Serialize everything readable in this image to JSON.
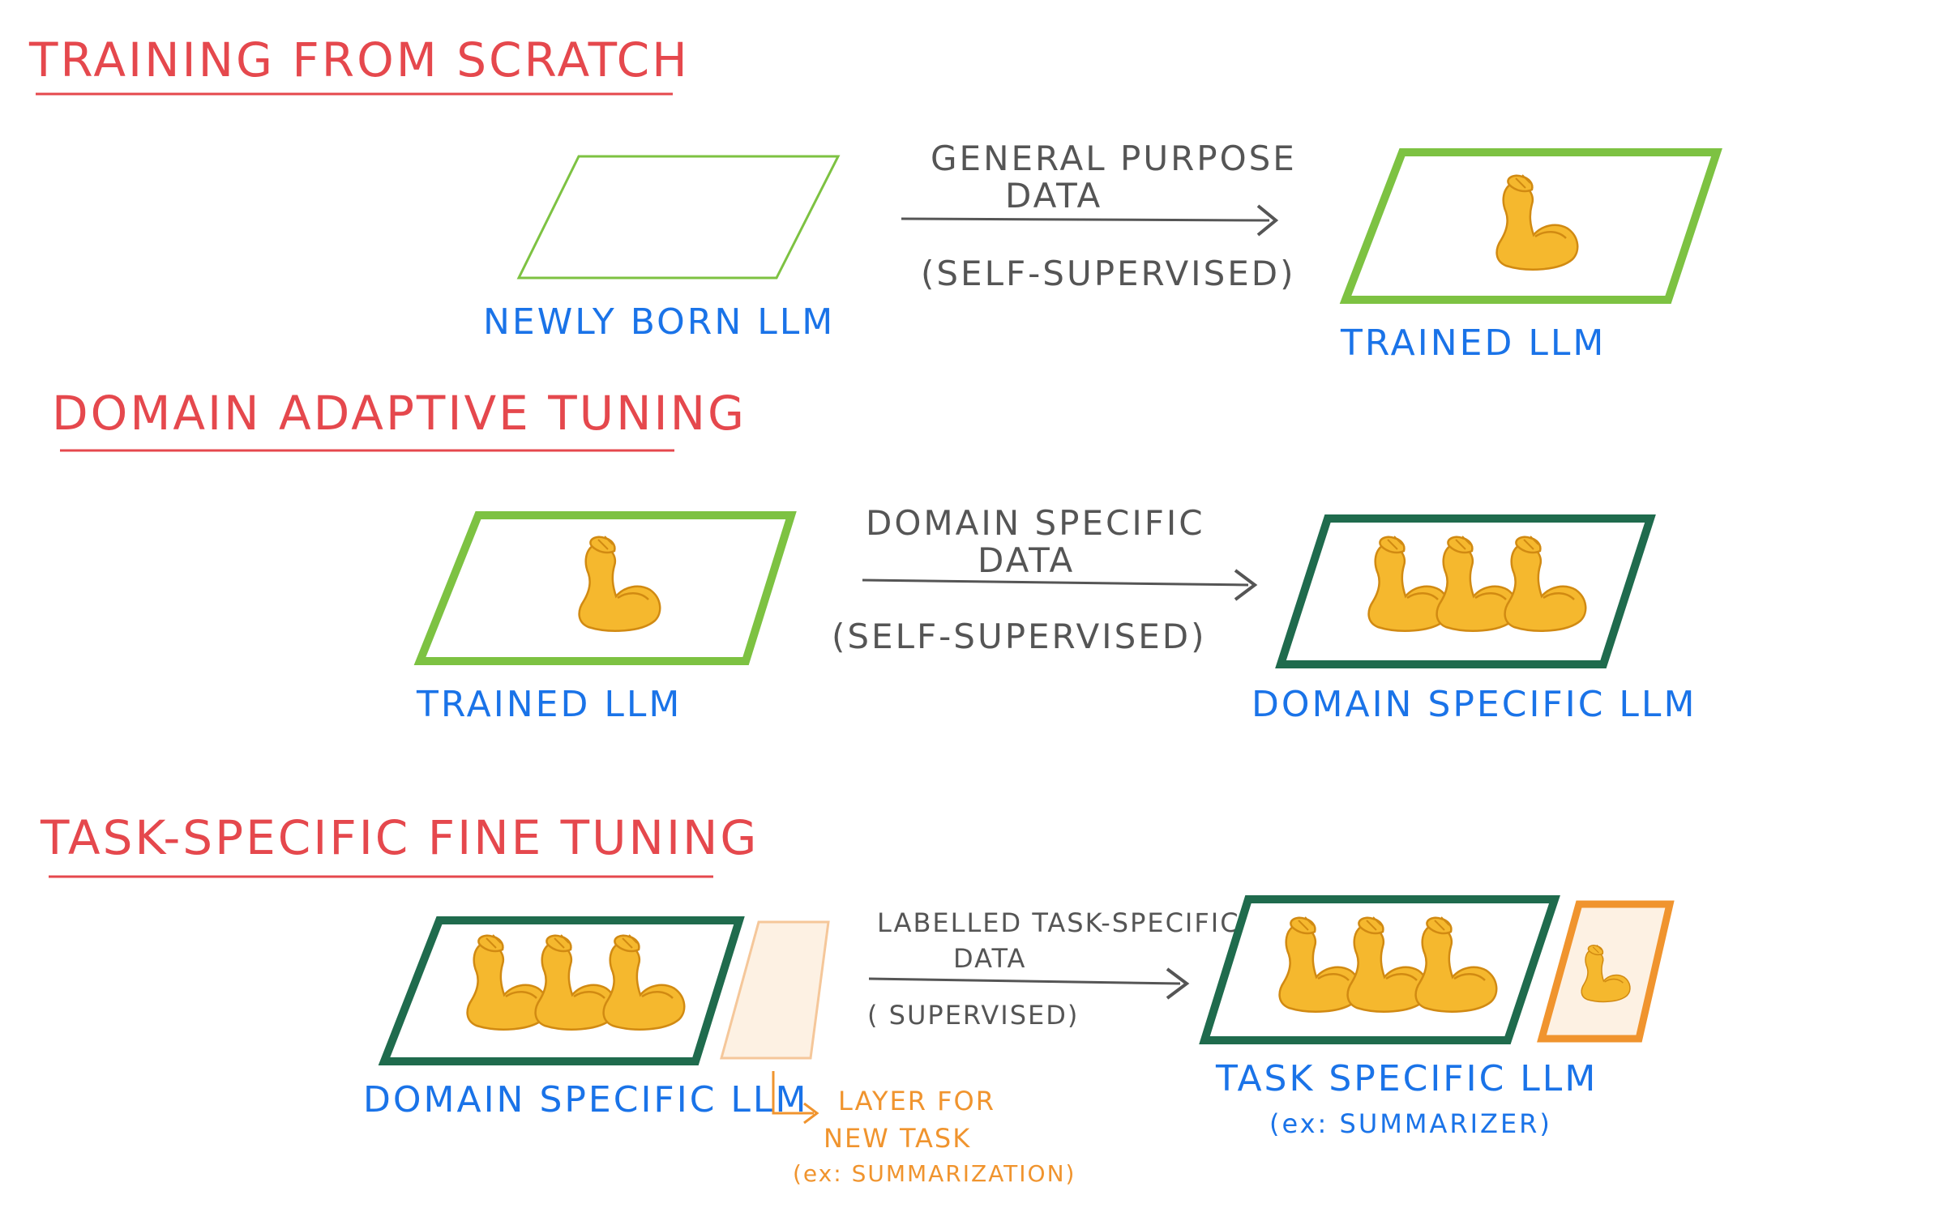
{
  "colors": {
    "heading": "#e5484d",
    "label": "#1a73e8",
    "arrow_text": "#555555",
    "new_layer": "#f0942e",
    "light_green": "#7dc242",
    "dark_green": "#1f6b4d",
    "muscle": "#f5b82e"
  },
  "sections": {
    "pretraining": {
      "heading": "TRAINING FROM SCRATCH",
      "source_label": "NEWLY BORN LLM",
      "arrow_line1": "GENERAL PURPOSE",
      "arrow_line2": "DATA",
      "arrow_line3": "(SELF-SUPERVISED)",
      "target_label": "TRAINED LLM",
      "target_icon": "flexed-bicep-icon"
    },
    "domain": {
      "heading": "DOMAIN ADAPTIVE TUNING",
      "source_label": "TRAINED LLM",
      "source_icon": "flexed-bicep-icon",
      "arrow_line1": "DOMAIN SPECIFIC",
      "arrow_line2": "DATA",
      "arrow_line3": "(SELF-SUPERVISED)",
      "target_label": "DOMAIN SPECIFIC LLM",
      "target_icon": "flexed-bicep-icon"
    },
    "task": {
      "heading": "TASK-SPECIFIC FINE TUNING",
      "source_label": "DOMAIN SPECIFIC LLM",
      "source_icon": "flexed-bicep-icon",
      "layer_line1": "LAYER FOR",
      "layer_line2": "NEW TASK",
      "layer_line3": "(ex: SUMMARIZATION)",
      "arrow_line1": "LABELLED TASK-SPECIFIC",
      "arrow_line2": "DATA",
      "arrow_line3": "( SUPERVISED)",
      "target_label": "TASK SPECIFIC LLM",
      "target_sublabel": "(ex: SUMMARIZER)",
      "target_icon": "flexed-bicep-icon"
    }
  }
}
